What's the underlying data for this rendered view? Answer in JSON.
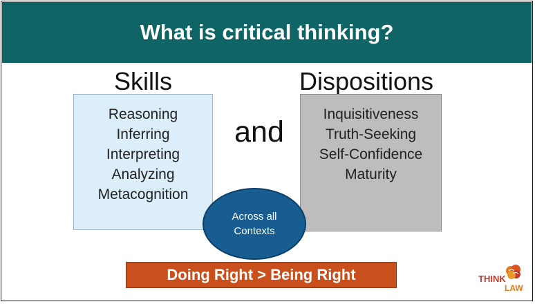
{
  "title": "What is critical thinking?",
  "skills": {
    "heading": "Skills",
    "items": [
      "Reasoning",
      "Inferring",
      "Interpreting",
      "Analyzing",
      "Metacognition"
    ]
  },
  "connector": "and",
  "dispositions": {
    "heading": "Dispositions",
    "items": [
      "Inquisitiveness",
      "Truth-Seeking",
      "Self-Confidence",
      "Maturity"
    ]
  },
  "circle": {
    "line1": "Across all",
    "line2": "Contexts"
  },
  "banner": "Doing Right > Being Right",
  "logo": {
    "think": "THINK",
    "law": "LAW"
  },
  "colors": {
    "title_bar": "#0f6466",
    "skills_box": "#dbeefa",
    "dispositions_box": "#bdbdbd",
    "circle": "#185d91",
    "banner": "#c94f1c"
  }
}
